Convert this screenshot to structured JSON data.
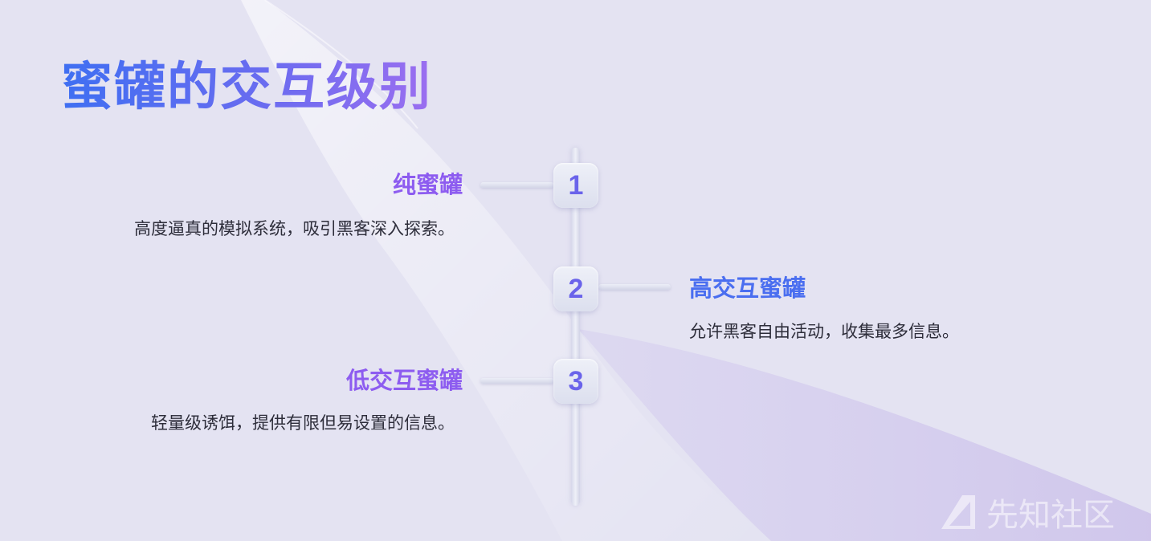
{
  "title": "蜜罐的交互级别",
  "items": [
    {
      "number": "1",
      "heading": "纯蜜罐",
      "description": "高度逼真的模拟系统，吸引黑客深入探索。",
      "side": "left"
    },
    {
      "number": "2",
      "heading": "高交互蜜罐",
      "description": "允许黑客自由活动，收集最多信息。",
      "side": "right"
    },
    {
      "number": "3",
      "heading": "低交互蜜罐",
      "description": "轻量级诱饵，提供有限但易设置的信息。",
      "side": "left"
    }
  ],
  "watermark": {
    "text": "先知社区"
  },
  "colors": {
    "title_start": "#3f6ff2",
    "title_end": "#9b6ef0",
    "heading_left": "#8d5cf0",
    "heading_right": "#4a6ef0",
    "badge_number": "#6a63ea",
    "background": "#e4e3f2"
  }
}
